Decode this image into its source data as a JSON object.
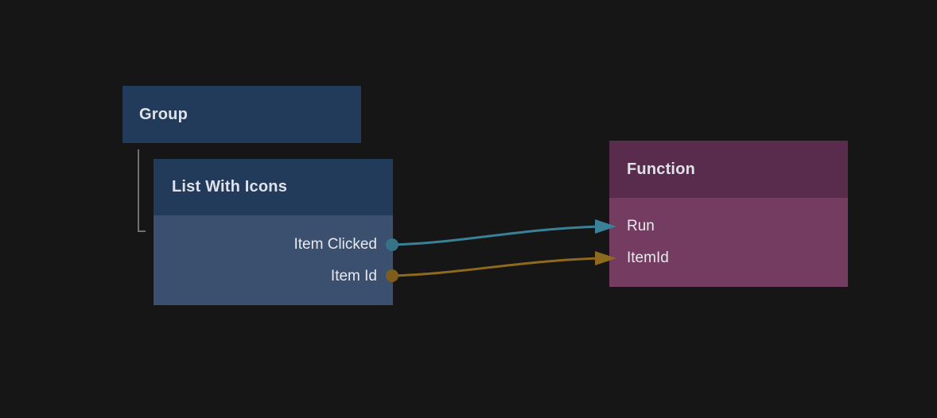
{
  "colors": {
    "background": "#161616",
    "blue_node_header": "#233b5a",
    "blue_node_body": "#3b506f",
    "purple_node_header": "#592b4c",
    "purple_node_body": "#733c60",
    "header_text": "#dfe2e8",
    "row_text": "#eae8ec",
    "exec_wire": "#3a8197",
    "exec_port": "#377386",
    "data_wire": "#8d6a1e",
    "data_port": "#7d5c1c",
    "tree_connector": "#6f6f6f"
  },
  "nodes": {
    "group": {
      "title": "Group"
    },
    "list_with_icons": {
      "title": "List With Icons",
      "outputs": [
        {
          "label": "Item Clicked",
          "port_color": "#377386",
          "type": "execution"
        },
        {
          "label": "Item Id",
          "port_color": "#7d5c1c",
          "type": "data"
        }
      ]
    },
    "function": {
      "title": "Function",
      "inputs": [
        {
          "label": "Run",
          "wire_color": "#3a8197",
          "type": "execution"
        },
        {
          "label": "ItemId",
          "wire_color": "#8d6a1e",
          "type": "data"
        }
      ]
    }
  },
  "connections": [
    {
      "from": "List With Icons / Item Clicked",
      "to": "Function / Run",
      "color": "#3a8197"
    },
    {
      "from": "List With Icons / Item Id",
      "to": "Function / ItemId",
      "color": "#8d6a1e"
    }
  ],
  "tree_links": [
    {
      "from": "Group",
      "to": "List With Icons"
    }
  ]
}
